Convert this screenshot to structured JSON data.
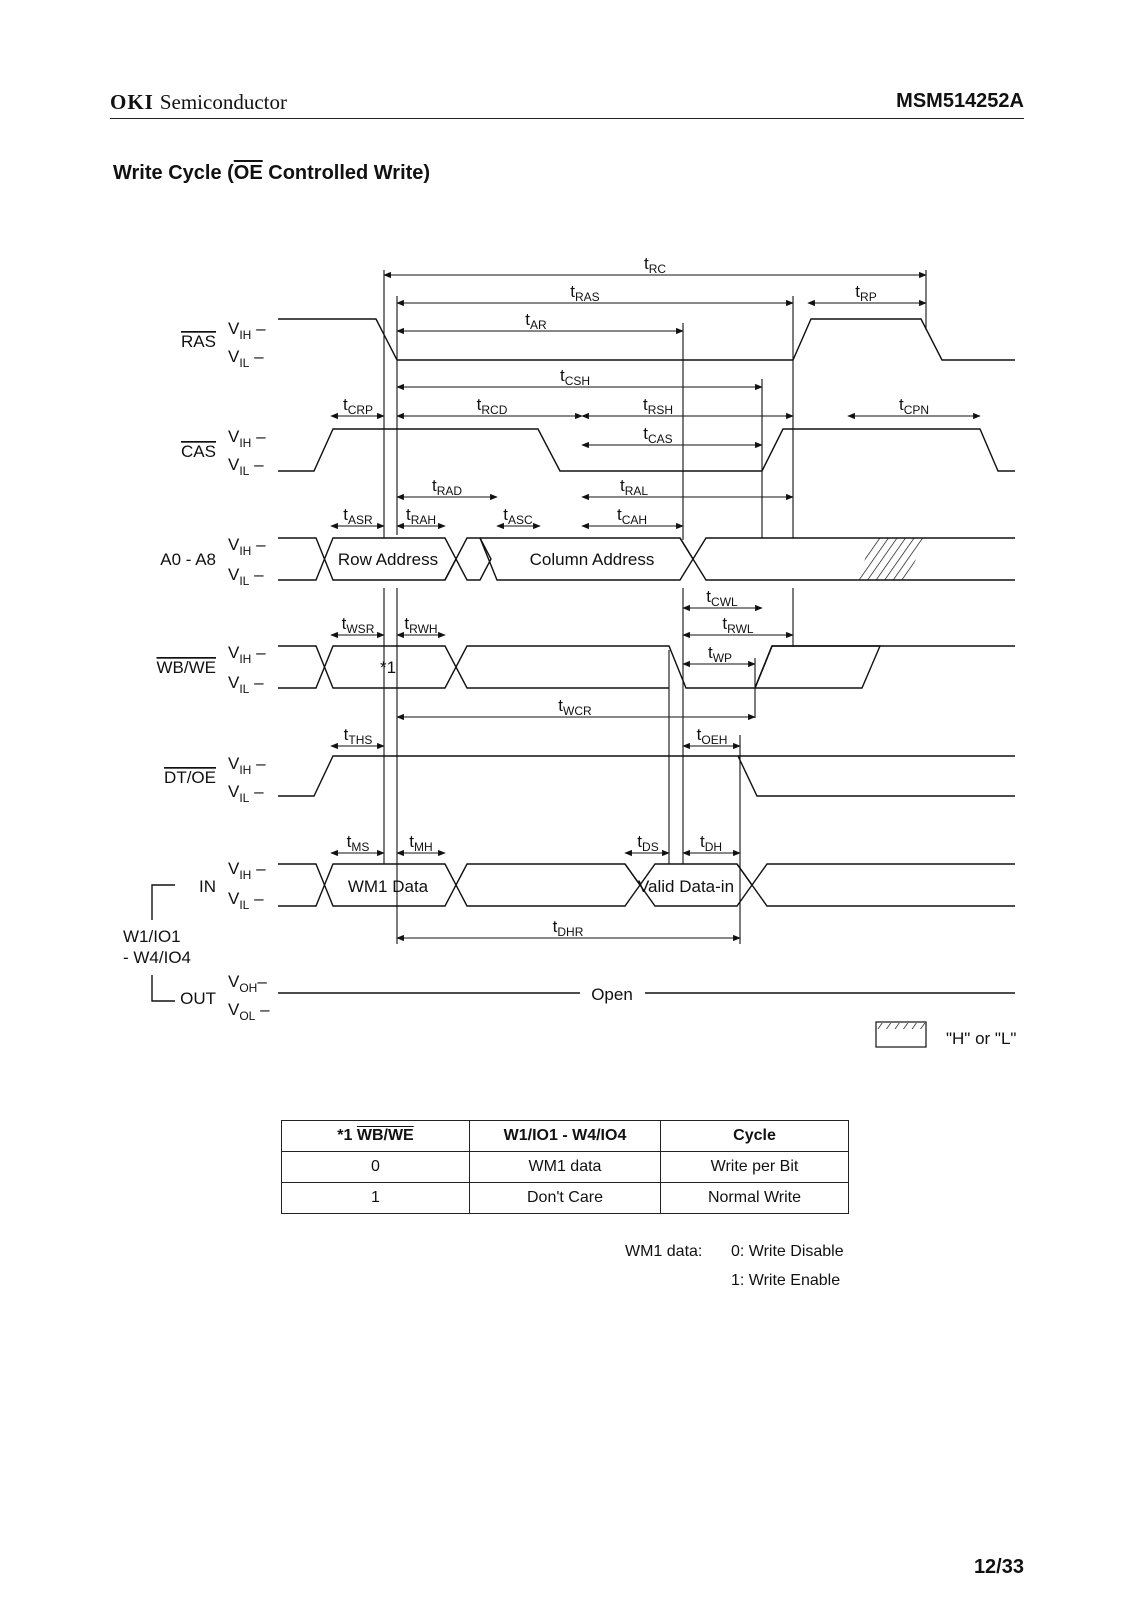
{
  "header": {
    "brand_bold": "OKI",
    "brand_rest": "Semiconductor",
    "part_number": "MSM514252A"
  },
  "section_title": {
    "prefix": "Write Cycle (",
    "overlined": "OE",
    "suffix": " Controlled Write)"
  },
  "signals": {
    "ras": "RAS",
    "cas": "CAS",
    "addr": "A0 - A8",
    "wbwe": "WB/WE",
    "dtoe": "DT/OE",
    "in": "IN",
    "out": "OUT",
    "io_group_1": "W1/IO1",
    "io_group_2": "- W4/IO4"
  },
  "levels": {
    "vih": "IH",
    "vil": "IL",
    "voh": "OH",
    "vol": "OL",
    "v": "V"
  },
  "bus_labels": {
    "row_address": "Row Address",
    "column_address": "Column Address",
    "note_ref": "*1",
    "wm1_data": "WM1 Data",
    "valid_data_in": "Valid Data-in",
    "open": "Open"
  },
  "timing_params": {
    "trc": "RC",
    "tras": "RAS",
    "trp": "RP",
    "tar": "AR",
    "tcsh": "CSH",
    "tcrp": "CRP",
    "trcd": "RCD",
    "trsh": "RSH",
    "tcpn": "CPN",
    "tcas": "CAS",
    "trad": "RAD",
    "tral": "RAL",
    "tasr": "ASR",
    "trah": "RAH",
    "tasc": "ASC",
    "tcah": "CAH",
    "tcwl": "CWL",
    "twsr": "WSR",
    "trwh": "RWH",
    "trwl": "RWL",
    "twp": "WP",
    "twcr": "WCR",
    "tths": "THS",
    "toeh": "OEH",
    "tms": "MS",
    "tmh": "MH",
    "tds": "DS",
    "tdh": "DH",
    "tdhr": "DHR"
  },
  "legend": {
    "hl": "\"H\" or \"L\""
  },
  "table": {
    "headers": {
      "c1_prefix": "*1 ",
      "c1_over": "WB/WE",
      "c2": "W1/IO1 - W4/IO4",
      "c3": "Cycle"
    },
    "rows": [
      {
        "wbwe": "0",
        "io": "WM1 data",
        "cycle": "Write per Bit"
      },
      {
        "wbwe": "1",
        "io": "Don't Care",
        "cycle": "Normal Write"
      }
    ]
  },
  "note": {
    "label": "WM1 data:",
    "line1": "0:  Write Disable",
    "line2": "1:  Write Enable"
  },
  "page_number": "12/33"
}
